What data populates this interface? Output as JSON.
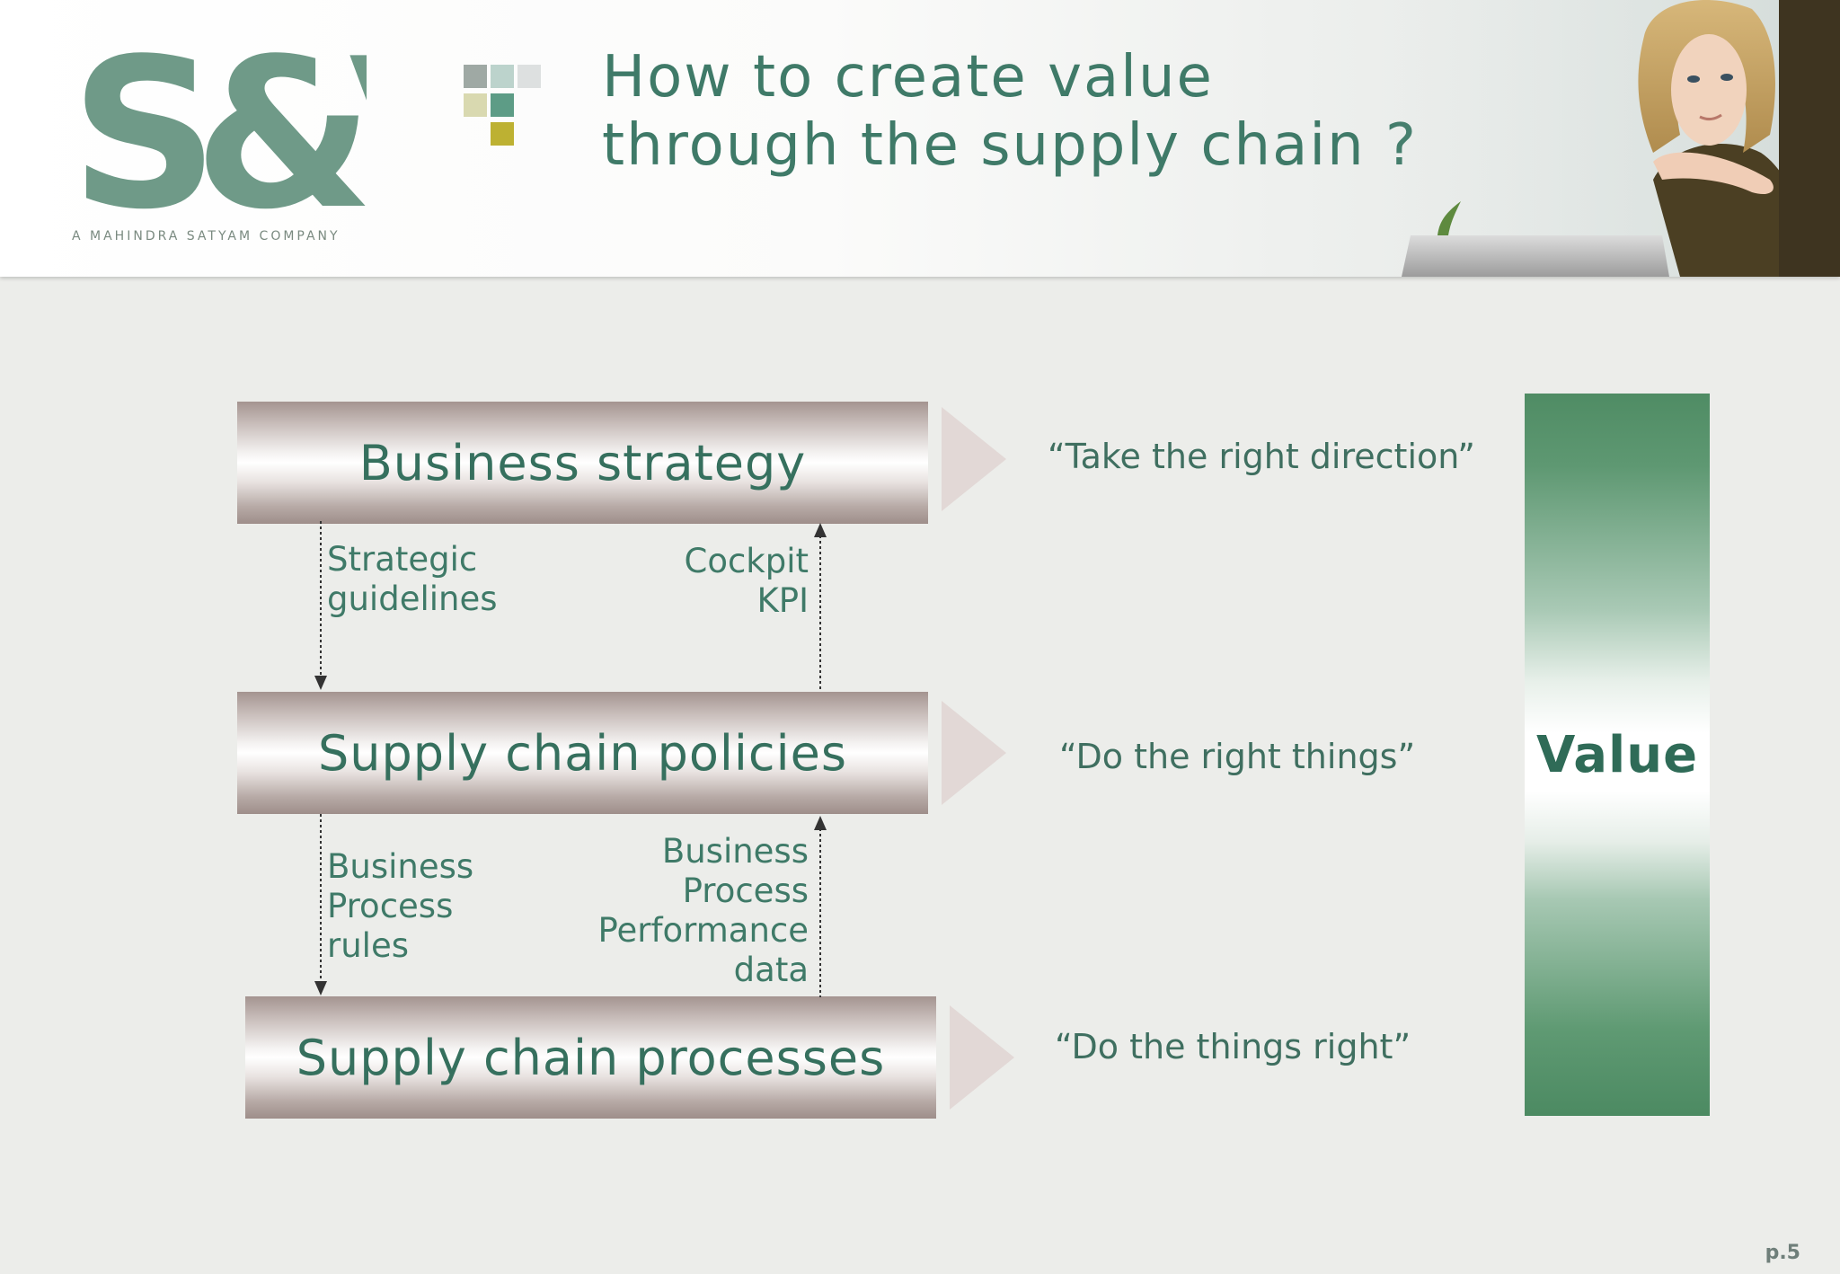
{
  "header": {
    "logo_text": "S&V",
    "logo_tagline": "A MAHINDRA SATYAM COMPANY",
    "title_lines": [
      "How to create value",
      "through the supply chain ?"
    ]
  },
  "levels": [
    {
      "label": "Business strategy",
      "quote": "“Take the right direction”"
    },
    {
      "label": "Supply chain policies",
      "quote": "“Do the right things”"
    },
    {
      "label": "Supply chain processes",
      "quote": "“Do the things right”"
    }
  ],
  "flows": {
    "strategic_guidelines": [
      "Strategic",
      "guidelines"
    ],
    "cockpit_kpi": [
      "Cockpit",
      "KPI"
    ],
    "bp_rules": [
      "Business",
      "Process",
      "rules"
    ],
    "bp_performance": [
      "Business",
      "Process",
      "Performance",
      "data"
    ]
  },
  "value_label": "Value",
  "page_number": "p.5",
  "colors": {
    "title_green": "#3f7a68",
    "value_green": "#4f8c64",
    "bar_silver": "#a49490",
    "background": "#ecedea"
  }
}
